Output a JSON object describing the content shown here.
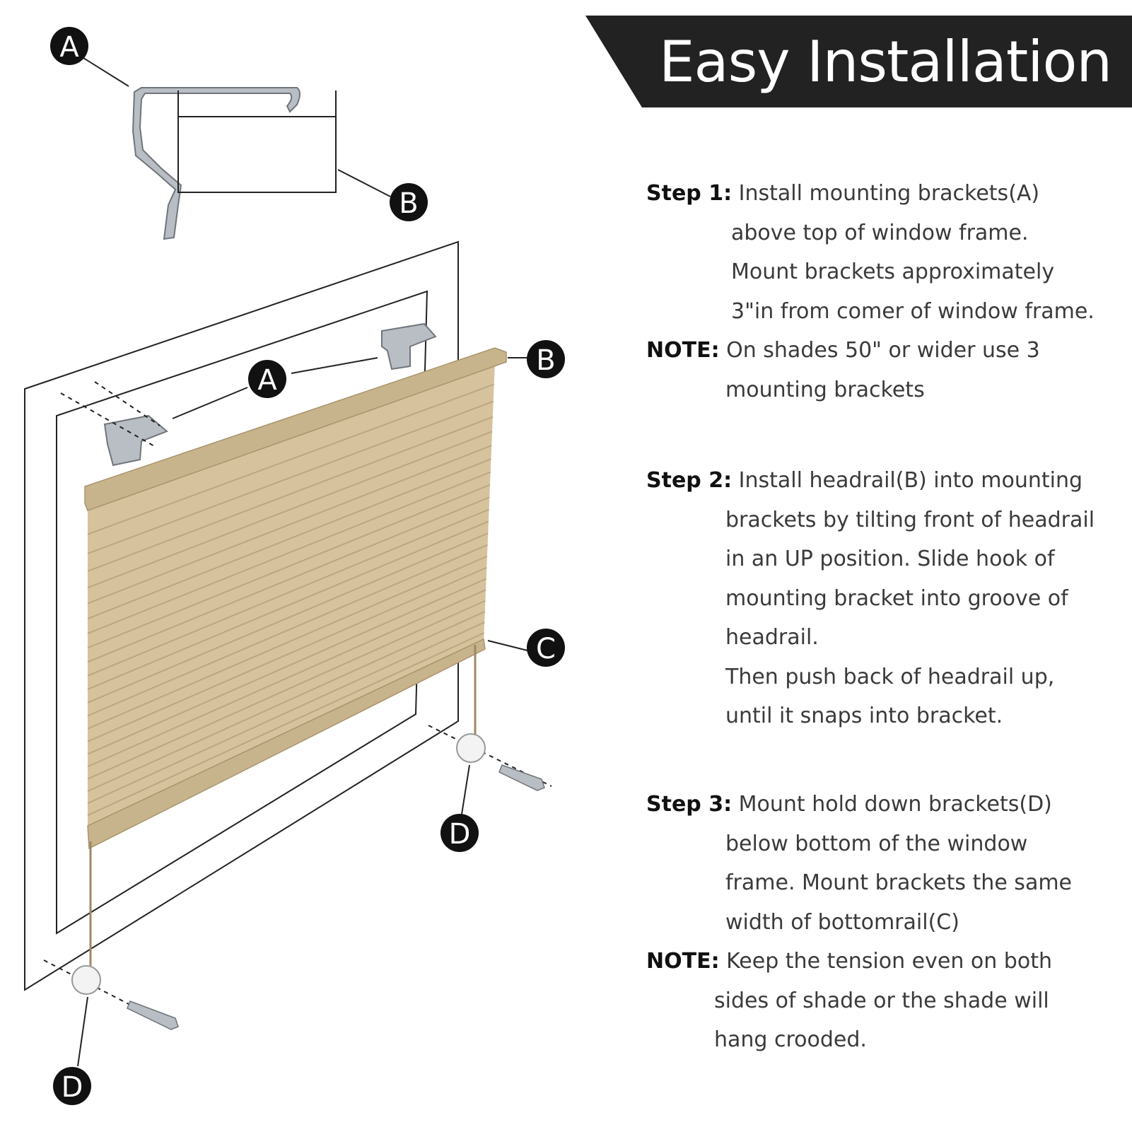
{
  "banner": {
    "title": "Easy Installation"
  },
  "callouts": {
    "a_top": "A",
    "b_top": "B",
    "a_window": "A",
    "b_window": "B",
    "c": "C",
    "d_right": "D",
    "d_left": "D"
  },
  "steps": [
    {
      "label": "Step 1:",
      "lines": [
        "Install mounting brackets(A)",
        "above top of window frame.",
        "Mount brackets approximately",
        "3\"in from comer of window frame."
      ],
      "note_label": "NOTE:",
      "note_lines": [
        "On shades 50\" or wider use 3",
        "mounting brackets"
      ]
    },
    {
      "label": "Step 2:",
      "lines": [
        "Install headrail(B) into mounting",
        "brackets by tilting front of headrail",
        "in an UP position. Slide hook of",
        "mounting bracket into groove of",
        "headrail.",
        "Then push back of headrail up,",
        "until it snaps into bracket."
      ]
    },
    {
      "label": "Step 3:",
      "lines": [
        "Mount hold down brackets(D)",
        "below bottom of the window",
        "frame. Mount brackets the same",
        "width of bottomrail(C)"
      ],
      "note_label": "NOTE:",
      "note_lines": [
        "Keep the tension even on both",
        "sides of shade or the shade will",
        "hang crooded."
      ]
    }
  ],
  "colors": {
    "banner": "#222222",
    "shade_fabric": "#d6c39d",
    "shade_rail": "#c8b48c",
    "metal": "#b9bec4",
    "text": "#3a3a3a",
    "callout": "#111111"
  }
}
